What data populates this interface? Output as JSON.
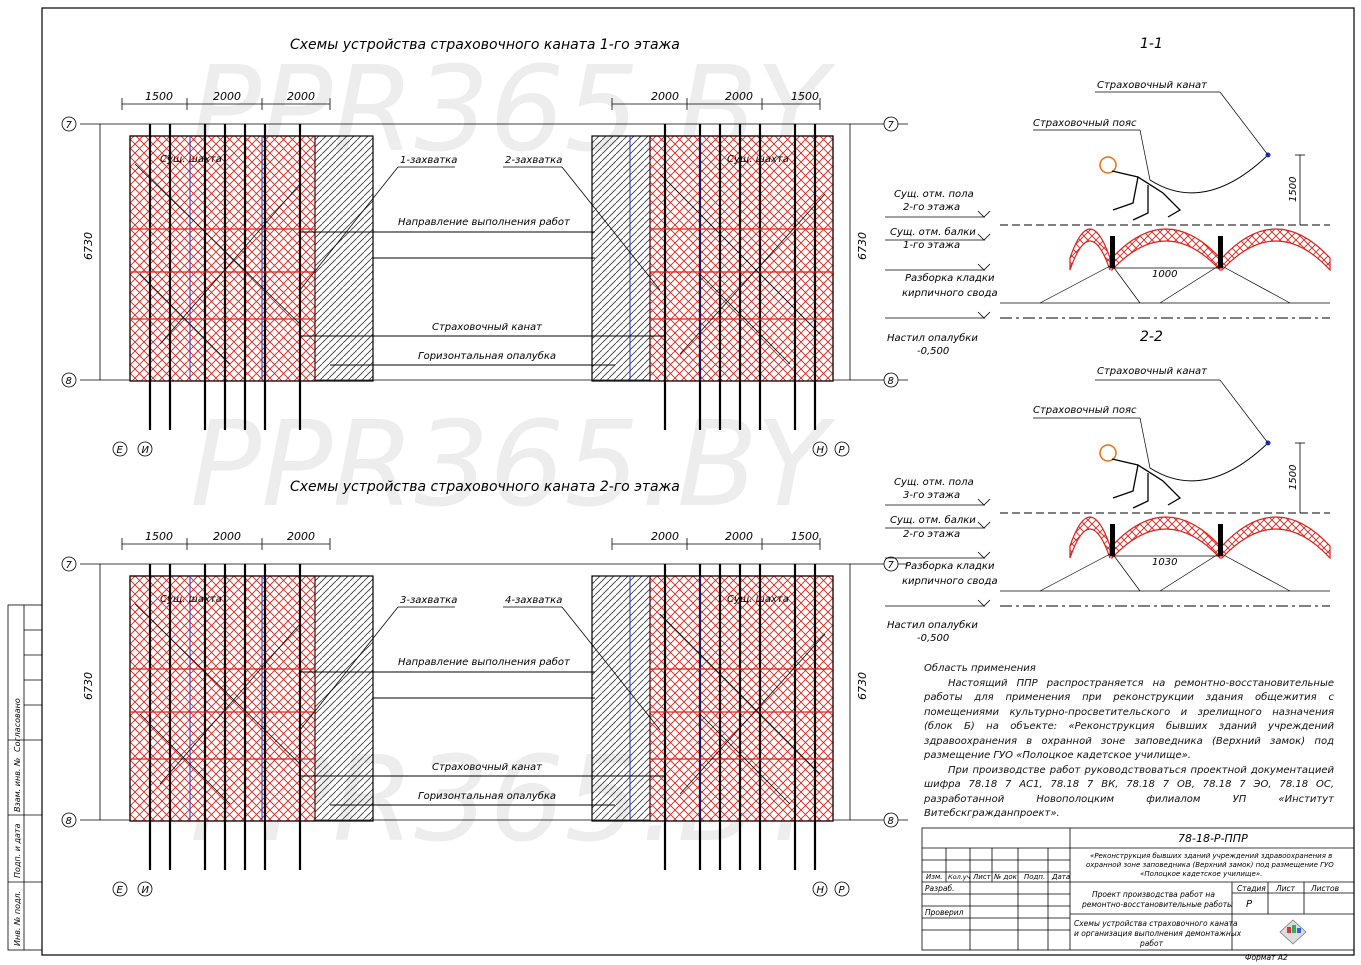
{
  "watermark": "PPR365.BY",
  "plan_1": {
    "title": "Схемы устройства страховочного каната 1-го этажа",
    "zone_left": "1-захватка",
    "zone_right": "2-захватка"
  },
  "plan_2": {
    "title": "Схемы устройства страховочного каната 2-го этажа",
    "zone_left": "3-захватка",
    "zone_right": "4-захватка"
  },
  "plan_common": {
    "dims_left": [
      "1500",
      "2000",
      "2000"
    ],
    "dims_right": [
      "2000",
      "2000",
      "1500"
    ],
    "height_dim": "6730",
    "axis_top": "7",
    "axis_bottom": "8",
    "axes_left": [
      "Е",
      "И"
    ],
    "axes_right": [
      "Н",
      "Р"
    ],
    "shaft_label": "Сущ. шахта",
    "label_direction": "Направление выполнения работ",
    "label_rope": "Страховочный канат",
    "label_formwork": "Горизонтальная опалубка"
  },
  "section_1": {
    "title": "1-1",
    "rope": "Страховочный канат",
    "belt": "Страховочный пояс",
    "h_dim": "1500",
    "span_dim": "1000",
    "lev1": [
      "Сущ. отм. пола",
      "2-го этажа"
    ],
    "lev2": [
      "Сущ. отм. балки",
      "1-го этажа"
    ],
    "lev3": [
      "Разборка кладки",
      "кирпичного свода"
    ],
    "lev4": [
      "Настил опалубки",
      "-0,500"
    ]
  },
  "section_2": {
    "title": "2-2",
    "rope": "Страховочный канат",
    "belt": "Страховочный пояс",
    "h_dim": "1500",
    "span_dim": "1030",
    "lev1": [
      "Сущ. отм. пола",
      "3-го этажа"
    ],
    "lev2": [
      "Сущ. отм. балки",
      "2-го этажа"
    ],
    "lev3": [
      "Разборка кладки",
      "кирпичного свода"
    ],
    "lev4": [
      "Настил опалубки",
      "-0,500"
    ]
  },
  "notes": {
    "heading": "Область применения",
    "p1": "Настоящий ППР распространяется на ремонтно-восстановительные работы для применения при реконструкции здания общежития с помещениями культурно-просветительского и зрелищного назначения (блок Б) на объекте: «Реконструкция бывших зданий учреждений здравоохранения в охранной зоне заповедника (Верхний замок) под размещение ГУО «Полоцкое кадетское училище».",
    "p2": "При производстве работ руководствоваться проектной документацией шифра 78.18 7 АС1, 78.18 7 ВК, 78.18 7 ОВ, 78.18 7 ЭО, 78.18 ОС, разработанной Новополоцким филиалом УП «Институт Витебскгражданпроект»."
  },
  "left_strip": [
    "Согласовано",
    "Взам. инв. №",
    "Подп. и дата",
    "Инв. № подл."
  ],
  "title_block": {
    "code": "78-18-Р-ППР",
    "object": [
      "«Реконструкция бывших зданий учреждений здравоохранения в",
      "охранной зоне заповедника (Верхний замок) под размещение ГУО",
      "«Полоцкое кадетское училище»."
    ],
    "cols": [
      "Изм.",
      "Кол.уч",
      "Лист",
      "№ док",
      "Подп.",
      "Дата"
    ],
    "developed": "Разраб.",
    "checked": "Проверил",
    "project": [
      "Проект производства работ на",
      "ремонтно-восстановительные работы"
    ],
    "stage_h": "Стадия",
    "sheet_h": "Лист",
    "sheets_h": "Листов",
    "stage": "Р",
    "drawing": [
      "Схемы устройства страховочного каната",
      "и организация выполнения демонтажных",
      "работ"
    ],
    "format": "Формат А2"
  }
}
